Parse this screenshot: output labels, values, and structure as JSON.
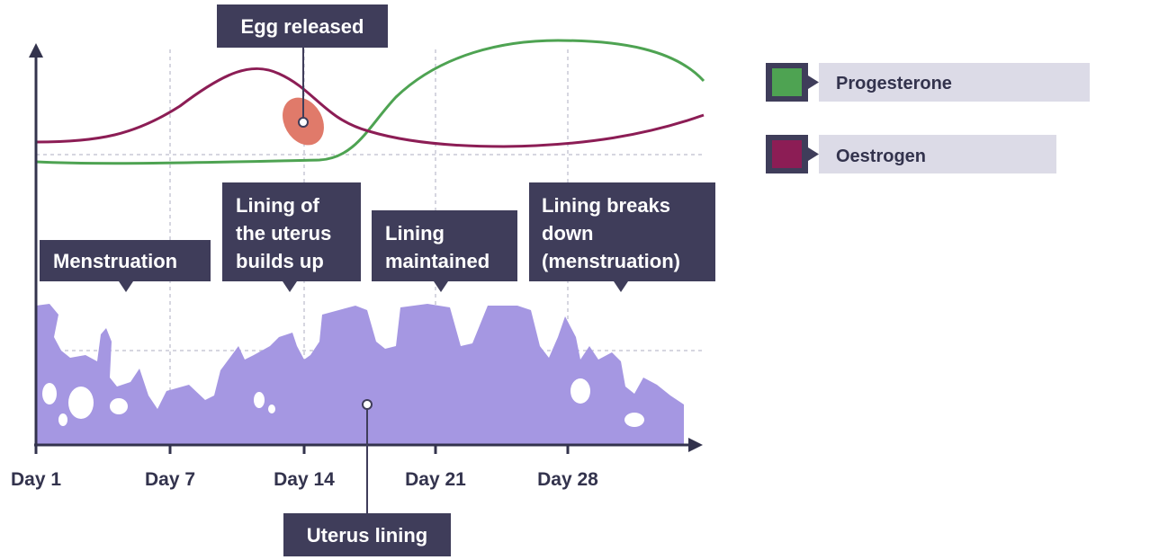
{
  "x_axis": {
    "ticks": [
      "Day 1",
      "Day 7",
      "Day 14",
      "Day 21",
      "Day 28"
    ]
  },
  "callouts": {
    "egg_released": [
      "Egg released"
    ],
    "menstruation": [
      "Menstruation"
    ],
    "lining_builds": [
      "Lining of",
      "the uterus",
      "builds up"
    ],
    "lining_maintained": [
      "Lining",
      "maintained"
    ],
    "lining_breaks": [
      "Lining breaks",
      "down",
      "(menstruation)"
    ],
    "uterus_lining": [
      "Uterus lining"
    ]
  },
  "legend": {
    "progesterone": {
      "label": "Progesterone",
      "color": "#4ea352"
    },
    "oestrogen": {
      "label": "Oestrogen",
      "color": "#8c1d55"
    }
  },
  "colors": {
    "callout_bg": "#3f3d5a",
    "lining_fill": "#a597e2",
    "egg_fill": "#e07a6a",
    "grid": "#c9c9d6",
    "axis": "#33334d",
    "legend_label_bg": "#dcdbe7"
  },
  "icons": {
    "egg": "egg-icon",
    "legend_arrow": "triangle-pointer-icon"
  }
}
